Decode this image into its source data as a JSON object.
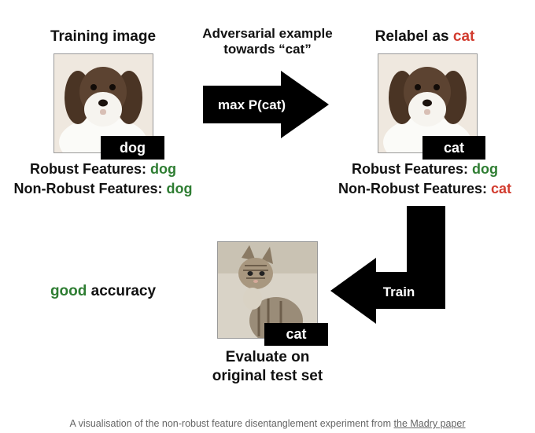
{
  "training": {
    "title": "Training image",
    "tag": "dog",
    "robust_label": "Robust Features:",
    "robust_value": "dog",
    "nonrobust_label": "Non-Robust Features:",
    "nonrobust_value": "dog"
  },
  "adversarial": {
    "title_line1": "Adversarial example",
    "title_line2": "towards “cat”",
    "arrow_label": "max P(cat)"
  },
  "relabel": {
    "title_prefix": "Relabel as",
    "title_highlight": "cat",
    "tag": "cat",
    "robust_label": "Robust Features:",
    "robust_value": "dog",
    "nonrobust_label": "Non-Robust Features:",
    "nonrobust_value": "cat"
  },
  "train_arrow_label": "Train",
  "evaluate": {
    "tag": "cat",
    "line1": "Evaluate on",
    "line2": "original test set"
  },
  "result": {
    "highlight": "good",
    "rest": "accuracy"
  },
  "caption": {
    "text": "A visualisation of the non-robust feature disentanglement experiment from",
    "link": "the Madry paper"
  },
  "colors": {
    "green": "#2e7d32",
    "red": "#d23c2f"
  }
}
